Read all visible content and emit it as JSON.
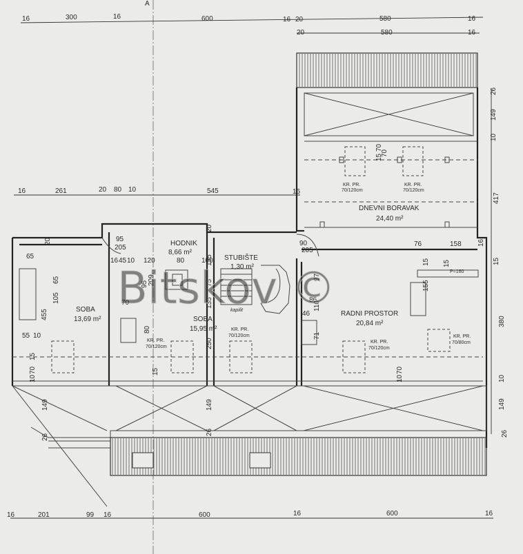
{
  "dims": {
    "top1": [
      "16",
      "300",
      "16",
      "600",
      "16",
      "20",
      "580",
      "16"
    ],
    "top2": [
      "20",
      "580",
      "16"
    ],
    "mid": [
      "16",
      "261",
      "20",
      "80",
      "10",
      "545",
      "16"
    ],
    "bottom": [
      "16",
      "201",
      "99",
      "16",
      "600",
      "16",
      "600",
      "16"
    ],
    "right": [
      "26",
      "149",
      "10",
      "417",
      "16",
      "15",
      "380",
      "10",
      "149",
      "26"
    ],
    "misc": [
      "20",
      "95",
      "205",
      "16",
      "45",
      "10",
      "120",
      "80",
      "100",
      "135",
      "20",
      "90",
      "205",
      "76",
      "158",
      "15",
      "65",
      "455",
      "55",
      "10",
      "15",
      "10",
      "70",
      "149",
      "26",
      "105",
      "65",
      "70",
      "95",
      "209",
      "75",
      "135",
      "80",
      "250",
      "149",
      "26",
      "97",
      "110",
      "71",
      "86",
      "46",
      "155",
      "15",
      "10",
      "70",
      "15",
      "70",
      "70",
      "15"
    ]
  },
  "rooms": [
    {
      "name": "HODNIK",
      "area": "8,66 m²"
    },
    {
      "name": "STUBIŠTE",
      "area": "1,30 m²"
    },
    {
      "name": "SOBA",
      "area": "13,69 m²"
    },
    {
      "name": "SOBA",
      "area": "15,95 m²"
    },
    {
      "name": "RADNI PROSTOR",
      "area": "20,84 m²"
    },
    {
      "name": "DNEVNI BORAVAK",
      "area": "24,40 m²"
    }
  ],
  "windows": [
    {
      "label": "KR. PR.",
      "size": "70/120cm"
    },
    {
      "label": "KR. PR.",
      "size": "70/120cm"
    },
    {
      "label": "KR. PR.",
      "size": "70/120cm"
    },
    {
      "label": "KR. PR.",
      "size": "70/120cm"
    },
    {
      "label": "KR. PR.",
      "size": "70/120cm"
    },
    {
      "label": "KR. PR.",
      "size": "70/80cm"
    }
  ],
  "labels": {
    "kapilit": "kapilit",
    "p160": "P=160",
    "axis": "A"
  },
  "watermark": "Bitskov ©"
}
